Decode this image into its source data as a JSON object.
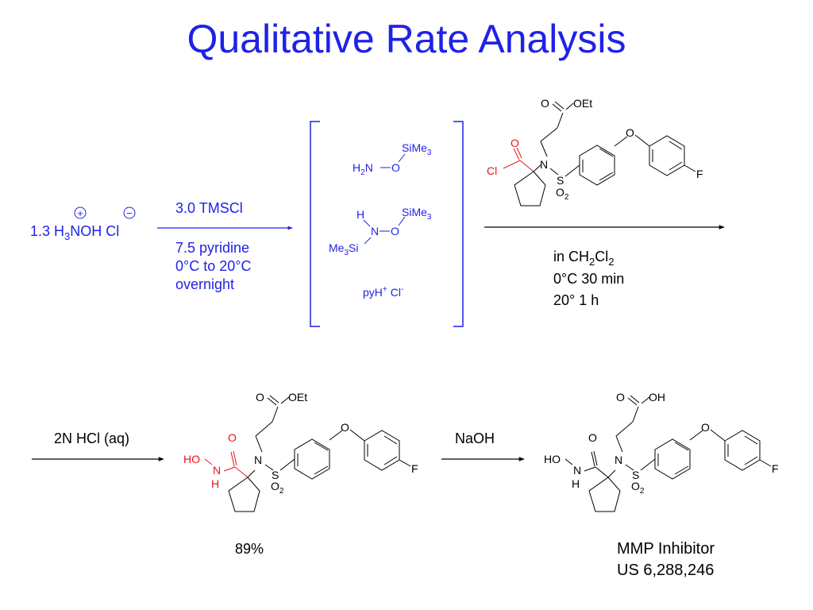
{
  "title": "Qualitative Rate Analysis",
  "colors": {
    "blue": "#1f22e6",
    "red": "#e8141a",
    "black": "#000000"
  },
  "step1": {
    "reagent_qty": "1.3 H",
    "reagent_sub": "3",
    "reagent_rest": "NOH Cl",
    "plus_charge": "+",
    "minus_charge": "−",
    "above_arrow": "3.0 TMSCl",
    "below_arrow": [
      "7.5 pyridine",
      "0°C to 20°C",
      "overnight"
    ]
  },
  "intermediates": {
    "h2n": "H",
    "h2n_sub": "2",
    "h2n_rest": "N",
    "o": "O",
    "sime3": "SiMe",
    "sime3_sub": "3",
    "h": "H",
    "n": "N",
    "me3si": "Me",
    "me3si_sub": "3",
    "me3si_rest": "Si",
    "pyh": "pyH",
    "pyh_sup": "+",
    "cl": "Cl",
    "cl_sup": "-"
  },
  "step2": {
    "conditions_l1": "in CH",
    "conditions_l1_sub1": "2",
    "conditions_l1_mid": "Cl",
    "conditions_l1_sub2": "2",
    "conditions_l2": "0°C 30 min",
    "conditions_l3": "20° 1 h"
  },
  "acid_chloride": {
    "o_ester": "O",
    "oet": "OEt",
    "o_red": "O",
    "cl": "Cl",
    "n": "N",
    "s": "S",
    "o2": "O",
    "o2_sub": "2",
    "o_ether": "O",
    "f": "F"
  },
  "step3": {
    "above_arrow": "2N HCl (aq)"
  },
  "hydroxamate_ester": {
    "o_ester": "O",
    "oet": "OEt",
    "o_red": "O",
    "ho": "HO",
    "n_red": "N",
    "h_red": "H",
    "n": "N",
    "s": "S",
    "o2": "O",
    "o2_sub": "2",
    "o_ether": "O",
    "f": "F",
    "yield": "89%"
  },
  "step4": {
    "above_arrow": "NaOH"
  },
  "final_product": {
    "o_acid": "O",
    "oh": "OH",
    "o": "O",
    "ho": "HO",
    "n_h": "N",
    "h": "H",
    "n": "N",
    "s": "S",
    "o2": "O",
    "o2_sub": "2",
    "o_ether": "O",
    "f": "F",
    "label_line1": "MMP Inhibitor",
    "label_line2": "US 6,288,246"
  }
}
